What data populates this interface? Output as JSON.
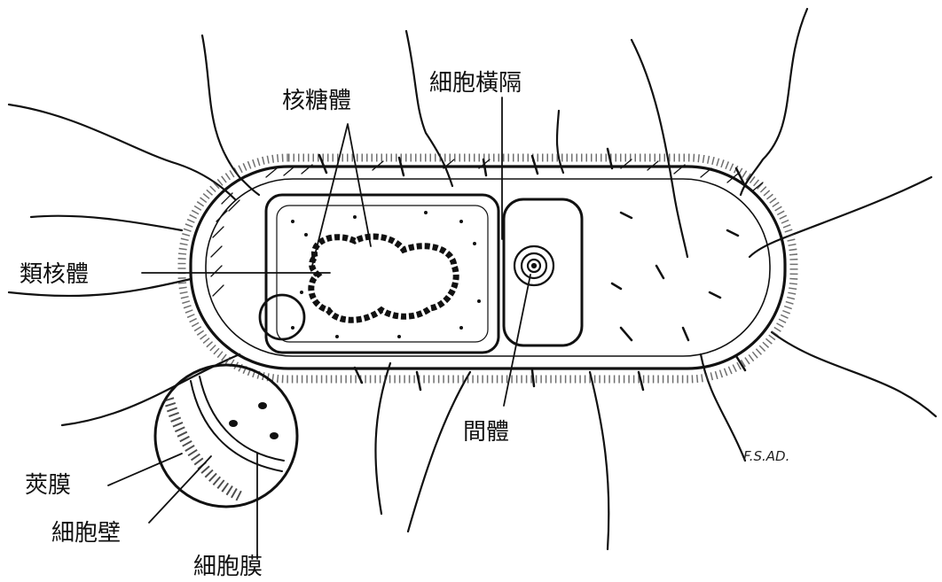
{
  "labels": {
    "ribosome": "核糖體",
    "septum": "細胞橫隔",
    "nucleoid": "類核體",
    "mesosome": "間體",
    "capsule": "莢膜",
    "cell_wall": "細胞壁",
    "cell_membrane": "細胞膜"
  },
  "signature": "F.S.AD.",
  "colors": {
    "ink": "#111111",
    "paper": "#ffffff"
  }
}
